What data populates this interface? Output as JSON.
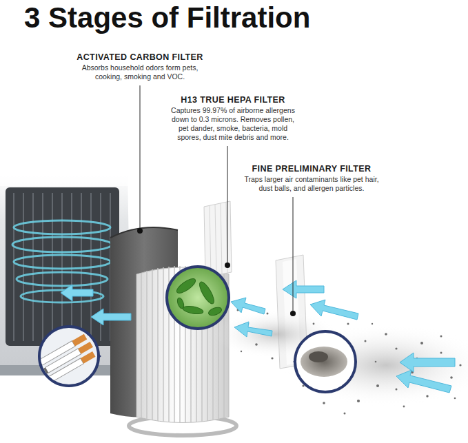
{
  "diagram": {
    "title": "3 Stages of Filtration",
    "labels": [
      "ACTIVATED CARBON FILTER",
      "Absorbs household odors form pets, cooking, smoking and VOC.",
      "H13 TRUE HEPA FILTER",
      "Captures 99.97% of airborne allergens down to 0.3 microns. Removes pollen, pet dander, smoke, bacteria, mold spores, dust mite debris and more.",
      "FINE PRELIMINARY FILTER",
      "Traps larger air contaminants like pet hair, dust balls, and allergen particles."
    ]
  }
}
